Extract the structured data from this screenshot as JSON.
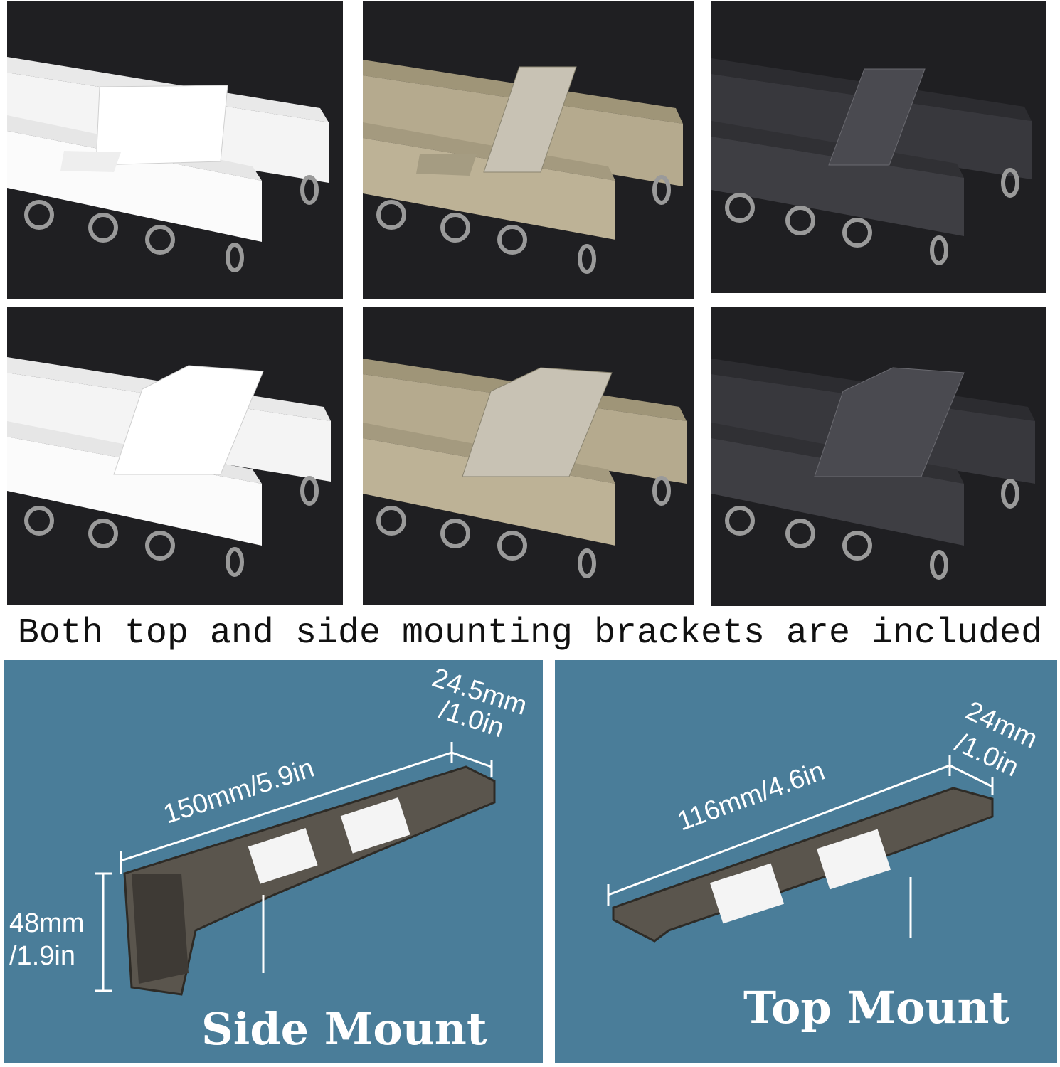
{
  "headline": "Both top and side mounting brackets are included",
  "colors": {
    "white": "#f2f2f2",
    "champagne": "#b0a58a",
    "black": "#2a2a2d",
    "panel_bg": "#4a7d99"
  },
  "side_mount": {
    "label": "Side Mount",
    "length": "150mm/5.9in",
    "depth_a": "24.5mm",
    "depth_b": "/1.0in",
    "height_a": "48mm",
    "height_b": "/1.9in"
  },
  "top_mount": {
    "label": "Top Mount",
    "length": "116mm/4.6in",
    "depth_a": "24mm",
    "depth_b": "/1.0in"
  }
}
